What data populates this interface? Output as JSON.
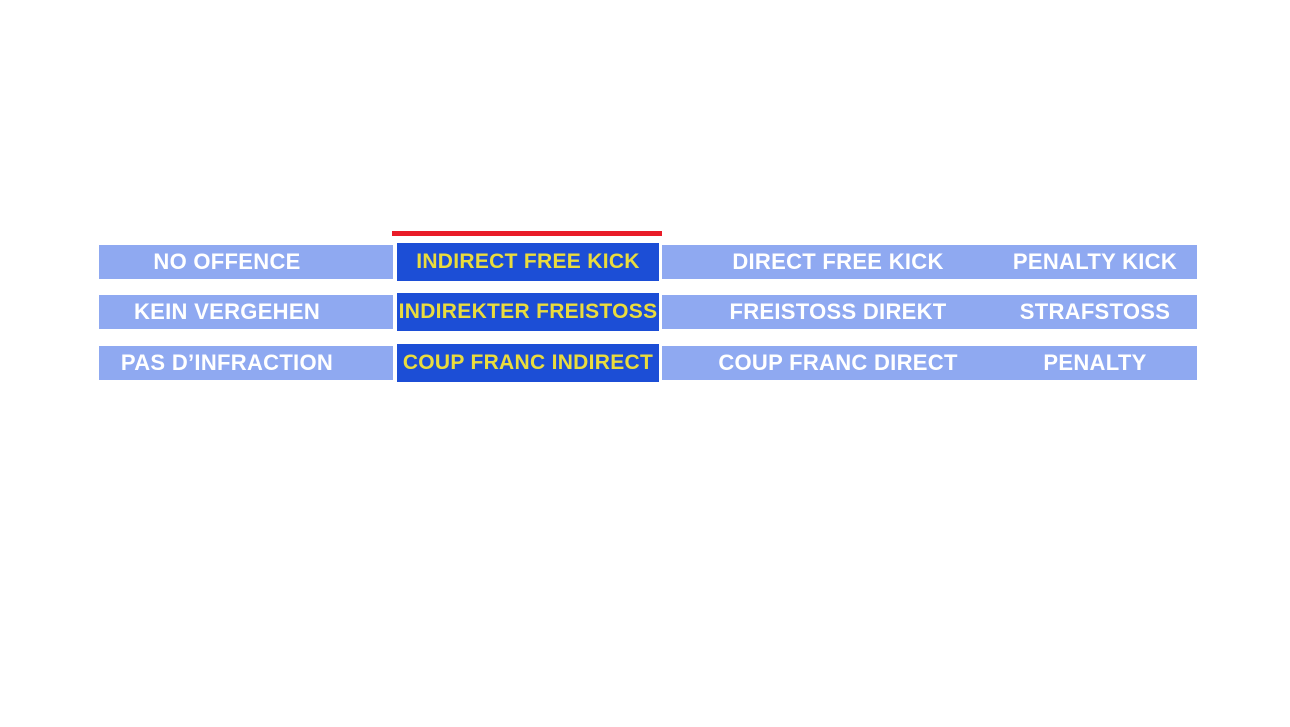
{
  "app": {
    "description": "Football refereeing decision quiz answer bars in three languages",
    "background": "#FFFFFF"
  },
  "colors": {
    "bar_blue": "#8FA9F1",
    "selected_blue": "#1C4ED6",
    "indicator_red": "#E91C28",
    "selected_text_yellow": "#EADC3D",
    "text_white": "#FFFFFF"
  },
  "selection": {
    "selected_column_index": 1,
    "selected_label": "INDIRECT FREE KICK",
    "indicator": "red-bar-above-selected-column"
  },
  "rows": [
    {
      "language": "english",
      "cells": [
        "NO OFFENCE",
        "INDIRECT FREE KICK",
        "DIRECT FREE KICK",
        "PENALTY KICK"
      ]
    },
    {
      "language": "german",
      "cells": [
        "KEIN VERGEHEN",
        "INDIREKTER FREISTOSS",
        "FREISTOSS DIREKT",
        "STRAFSTOSS"
      ]
    },
    {
      "language": "french",
      "cells": [
        "PAS D’INFRACTION",
        "COUP FRANC INDIRECT",
        "COUP FRANC DIRECT",
        "PENALTY"
      ]
    }
  ]
}
